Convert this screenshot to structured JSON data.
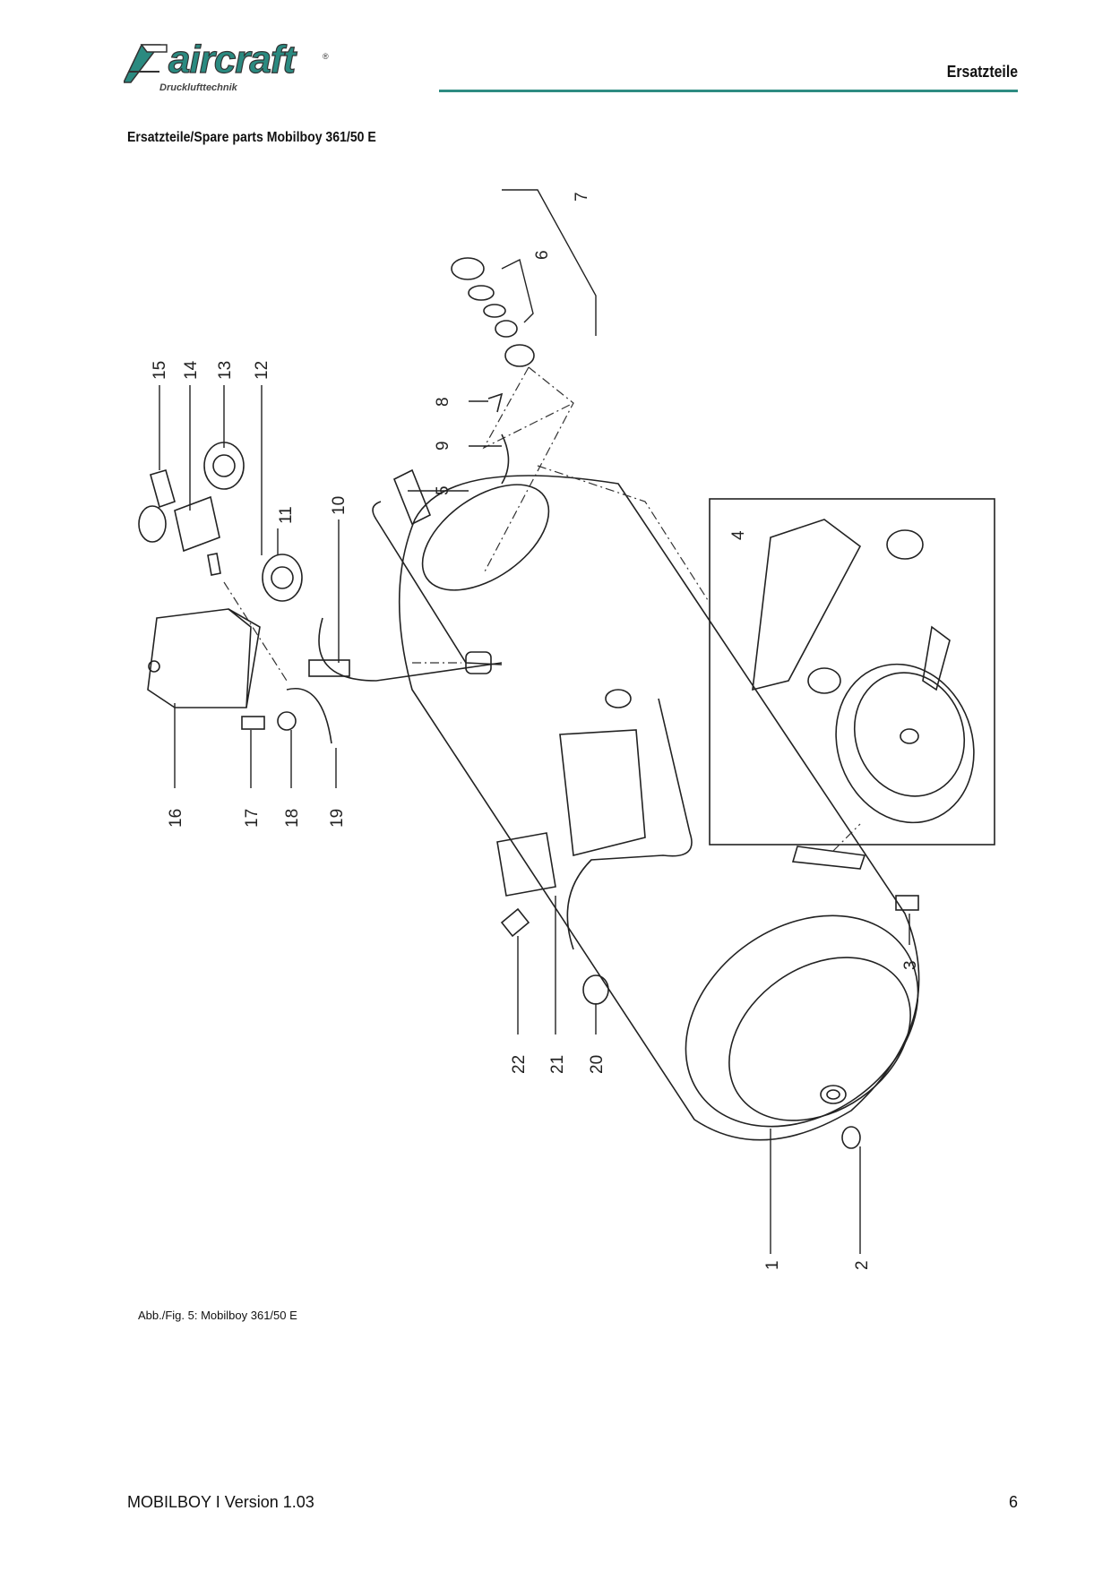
{
  "header": {
    "brand": "aircraft",
    "brand_sub": "Drucklufttechnik",
    "registered": "®",
    "section_title": "Ersatzteile",
    "accent_color": "#2e8c82"
  },
  "page_subtitle": "Ersatzteile/Spare parts  Mobilboy 361/50 E",
  "diagram": {
    "callouts": [
      "1",
      "2",
      "3",
      "4",
      "5",
      "6",
      "7",
      "8",
      "9",
      "10",
      "11",
      "12",
      "13",
      "14",
      "15",
      "16",
      "17",
      "18",
      "19",
      "20",
      "21",
      "22"
    ]
  },
  "figure_caption": "Abb./Fig. 5:  Mobilboy 361/50 E",
  "footer": {
    "left": "MOBILBOY I Version 1.03",
    "page_number": "6"
  }
}
